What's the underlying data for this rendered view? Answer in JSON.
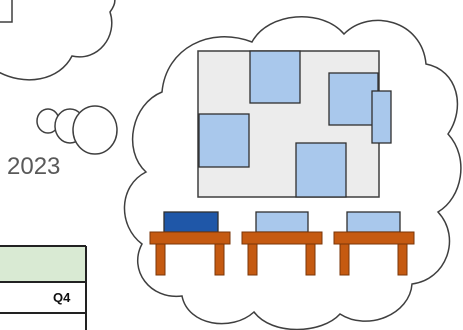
{
  "labels": {
    "year": "2023",
    "quarter_header": "Q4"
  },
  "colors": {
    "table_header_fill": "#d9ead3",
    "panel_blue": "#a9c8ec",
    "panel_dark_blue": "#1f57a8",
    "board_fill": "#ececec",
    "desk_wood": "#c55a11"
  },
  "desks": [
    {
      "item": "closed-laptop",
      "style": "dark"
    },
    {
      "item": "closed-laptop",
      "style": "light"
    },
    {
      "item": "closed-laptop",
      "style": "light"
    }
  ]
}
